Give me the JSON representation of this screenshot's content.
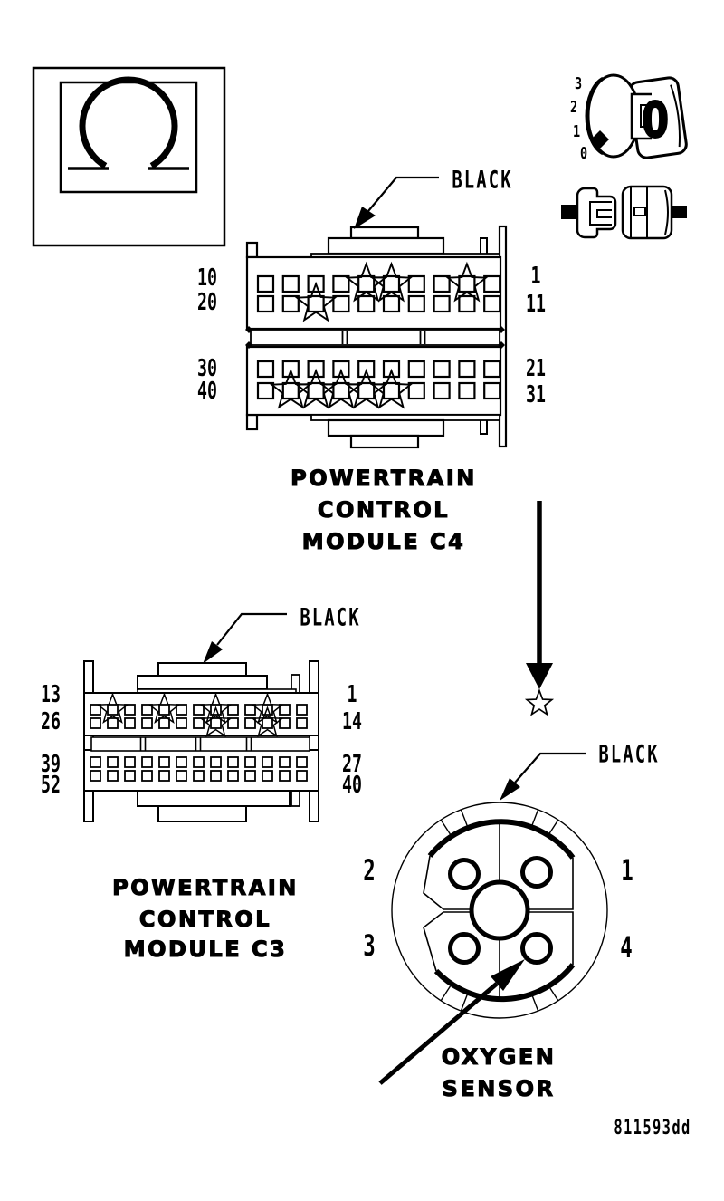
{
  "figure": {
    "code": "811593dd"
  },
  "meter": {
    "ohm_symbol": "Ω",
    "dial": {
      "scale_marks": [
        "3",
        "2",
        "1",
        "0"
      ],
      "window_value": "0"
    }
  },
  "pcm_c4": {
    "title_lines": [
      "POWERTRAIN",
      "CONTROL",
      "MODULE C4"
    ],
    "wire_label": "BLACK",
    "left_pin_labels": [
      "10",
      "20",
      "30",
      "40"
    ],
    "right_pin_labels": [
      "1",
      "11",
      "21",
      "31"
    ],
    "columns": 10,
    "starred_columns_by_row": [
      [
        5,
        6,
        9
      ],
      [
        3
      ],
      [],
      [
        2,
        3,
        4,
        5,
        6
      ]
    ]
  },
  "pcm_c3": {
    "title_lines": [
      "POWERTRAIN",
      "CONTROL",
      "MODULE C3"
    ],
    "wire_label": "BLACK",
    "left_pin_labels": [
      "13",
      "26",
      "39",
      "52"
    ],
    "right_pin_labels": [
      "1",
      "14",
      "27",
      "40"
    ],
    "columns": 13,
    "starred_columns_by_row": [
      [
        2,
        5,
        8,
        11
      ],
      [
        8,
        11
      ],
      [],
      []
    ]
  },
  "oxygen_sensor": {
    "title_lines": [
      "OXYGEN",
      "SENSOR"
    ],
    "wire_label": "BLACK",
    "pin_labels": {
      "upper_left": "2",
      "upper_right": "1",
      "lower_left": "3",
      "lower_right": "4"
    }
  }
}
